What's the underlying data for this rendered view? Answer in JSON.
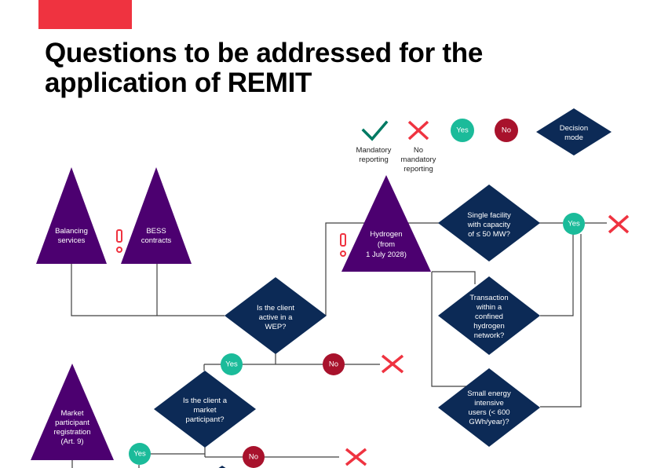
{
  "header": {
    "title_line1": "Questions to be addressed for the",
    "title_line2": "application of REMIT"
  },
  "colors": {
    "accent_red": "#ef3340",
    "triangle_purple": "#4c0070",
    "diamond_navy": "#0c2a56",
    "yes_green": "#1bbb9a",
    "no_red": "#a8122c",
    "check_green": "#007a63",
    "cross_red": "#ef3340"
  },
  "legend": {
    "mandatory": {
      "icon": "check-icon",
      "line1": "Mandatory",
      "line2": "reporting"
    },
    "no_mandatory": {
      "icon": "cross-icon",
      "line1": "No",
      "line2": "mandatory",
      "line3": "reporting"
    },
    "yes_badge": "Yes",
    "no_badge": "No",
    "decision": {
      "line1": "Decision",
      "line2": "mode"
    }
  },
  "triangles": {
    "balancing": {
      "lines": [
        "Balancing",
        "services"
      ]
    },
    "bess": {
      "lines": [
        "BESS",
        "contracts"
      ]
    },
    "hydrogen": {
      "lines": [
        "Hydrogen",
        "(from",
        "1 July 2028)"
      ]
    },
    "market_participant": {
      "lines": [
        "Market",
        "participant",
        "registration",
        "(Art. 9)"
      ]
    }
  },
  "decisions": {
    "wep": {
      "lines": [
        "Is the client",
        "active in a",
        "WEP?"
      ]
    },
    "market_participant": {
      "lines": [
        "Is the client a",
        "market",
        "participant?"
      ]
    },
    "single_facility": {
      "lines": [
        "Single facility",
        "with capacity",
        "of ≤ 50 MW?"
      ]
    },
    "confined_network": {
      "lines": [
        "Transaction",
        "within a",
        "confined",
        "hydrogen",
        "network?"
      ]
    },
    "small_energy": {
      "lines": [
        "Small energy",
        "intensive",
        "users (< 600",
        "GWh/year)?"
      ]
    }
  },
  "badges": {
    "wep_yes": "Yes",
    "wep_no": "No",
    "mp_yes": "Yes",
    "mp_no": "No",
    "hydrogen_yes": "Yes"
  },
  "warnings": {
    "icon": "exclamation-icon",
    "symbol": "!"
  }
}
